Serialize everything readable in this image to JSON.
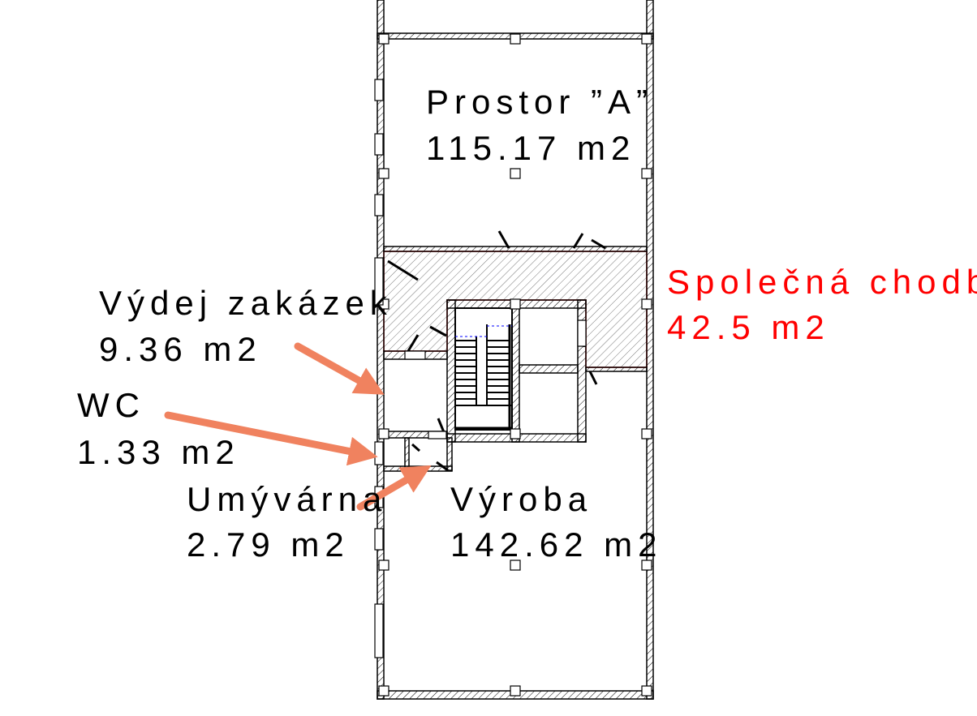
{
  "rooms": [
    {
      "name": "Prostor ”A”",
      "area": "115.17 m2"
    },
    {
      "name": "Společná chodba",
      "area": "42.5 m2"
    },
    {
      "name": "Výdej zakázek",
      "area": "9.36 m2"
    },
    {
      "name": "WC",
      "area": "1.33 m2"
    },
    {
      "name": "Umývárna",
      "area": "2.79 m2"
    },
    {
      "name": "Výroba",
      "area": "142.62 m2"
    }
  ],
  "colors": {
    "highlight": "#ff0000",
    "arrow": "#f0825f",
    "walls": "#000000"
  }
}
